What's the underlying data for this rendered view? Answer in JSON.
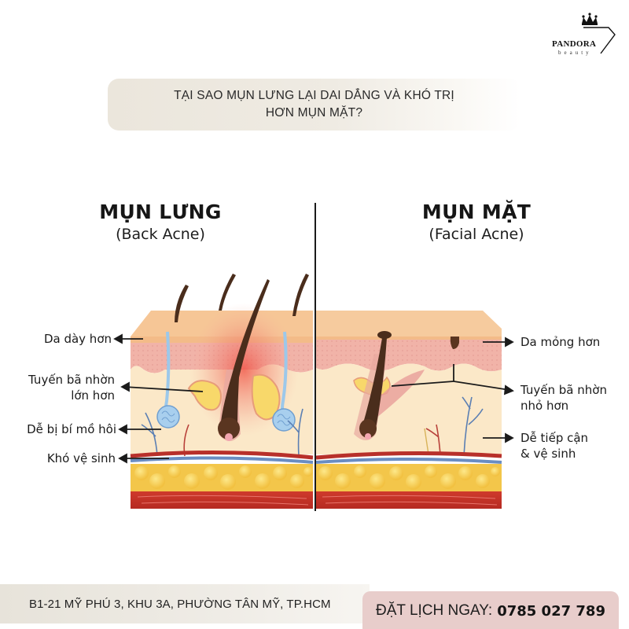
{
  "brand": {
    "name": "PANDORA",
    "subtitle": "beauty",
    "icon": "crown-diamond-logo"
  },
  "title": {
    "line1": "TẠI SAO MỤN LƯNG LẠI DAI DẲNG VÀ KHÓ TRỊ",
    "line2": "HƠN MỤN MẶT?"
  },
  "columns": {
    "left": {
      "title": "MỤN LƯNG",
      "subtitle": "(Back Acne)"
    },
    "right": {
      "title": "MỤN MẶT",
      "subtitle": "(Facial Acne)"
    }
  },
  "labels": {
    "left": [
      {
        "text": "Da dày hơn"
      },
      {
        "line1": "Tuyến bã nhờn",
        "line2": "lớn hơn"
      },
      {
        "text": "Dễ bị bí mồ hôi"
      },
      {
        "text": "Khó vệ sinh"
      }
    ],
    "right": [
      {
        "text": "Da mỏng hơn"
      },
      {
        "line1": "Tuyến bã nhờn",
        "line2": "nhỏ hơn"
      },
      {
        "line1": "Dễ tiếp cận",
        "line2": "& vệ sinh"
      }
    ]
  },
  "footer": {
    "address": "B1-21 MỸ PHÚ 3, KHU 3A, PHƯỜNG TÂN MỸ, TP.HCM",
    "cta_label": "ĐẶT LỊCH NGAY:",
    "cta_phone": "0785 027 789"
  },
  "colors": {
    "title_banner": "#ebe6dc",
    "cta_background": "#e8cdcb",
    "epidermis": "#f5c79a",
    "dermis_pink": "#f0b6ad",
    "dermis": "#fbe7c6",
    "fat": "#f4c748",
    "muscle": "#c7342b",
    "inflammation": "#ef5b4f",
    "sweat_gland": "#9cc8ea",
    "hair": "#4a2d1c"
  }
}
